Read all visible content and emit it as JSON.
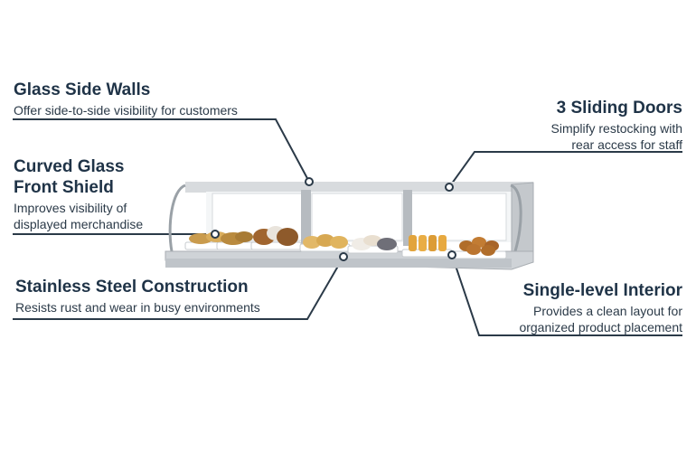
{
  "features": {
    "glass_side_walls": {
      "title": "Glass Side Walls",
      "desc": "Offer side-to-side visibility for customers"
    },
    "sliding_doors": {
      "title": "3 Sliding Doors",
      "desc_line1": "Simplify restocking with",
      "desc_line2": "rear access for staff"
    },
    "curved_glass": {
      "title_line1": "Curved Glass",
      "title_line2": "Front Shield",
      "desc_line1": "Improves visibility of",
      "desc_line2": "displayed merchandise"
    },
    "stainless_steel": {
      "title": "Stainless Steel Construction",
      "desc": "Resists rust and wear in busy environments"
    },
    "single_level": {
      "title": "Single-level Interior",
      "desc_line1": "Provides a clean layout for",
      "desc_line2": "organized product placement"
    }
  },
  "colors": {
    "text": "#1f3347",
    "leader_line": "#2b3a48",
    "steel": "#c9ccd0"
  }
}
